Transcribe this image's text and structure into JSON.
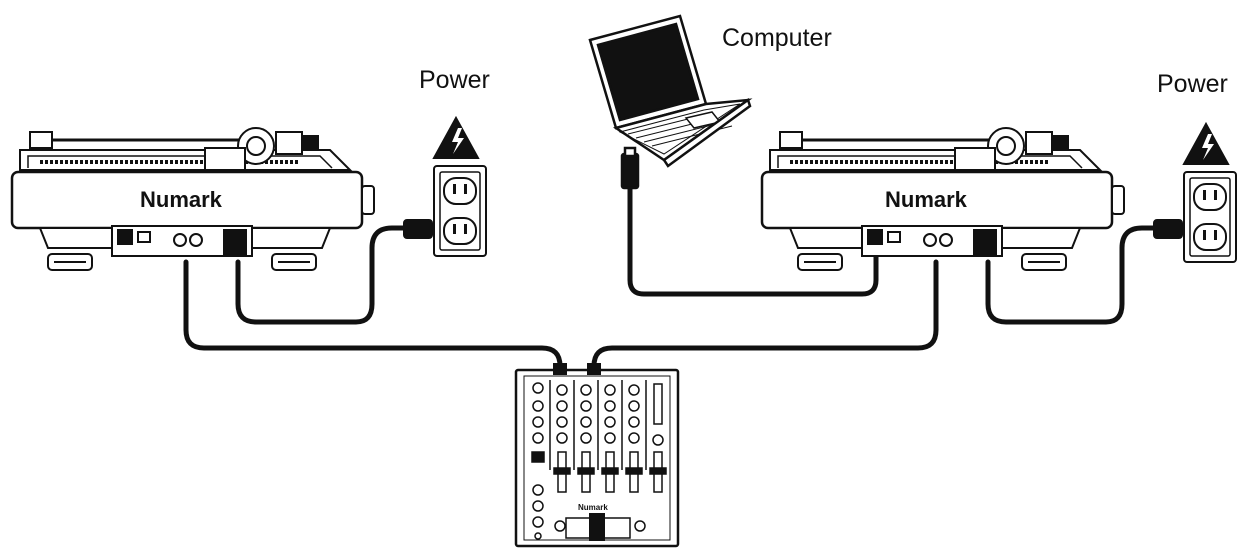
{
  "labels": {
    "power_left": "Power",
    "power_right": "Power",
    "computer": "Computer"
  },
  "brand": {
    "turntable_left": "Numark",
    "turntable_right": "Numark",
    "mixer": "Numark"
  },
  "colors": {
    "line": "#111111",
    "background": "#ffffff"
  }
}
